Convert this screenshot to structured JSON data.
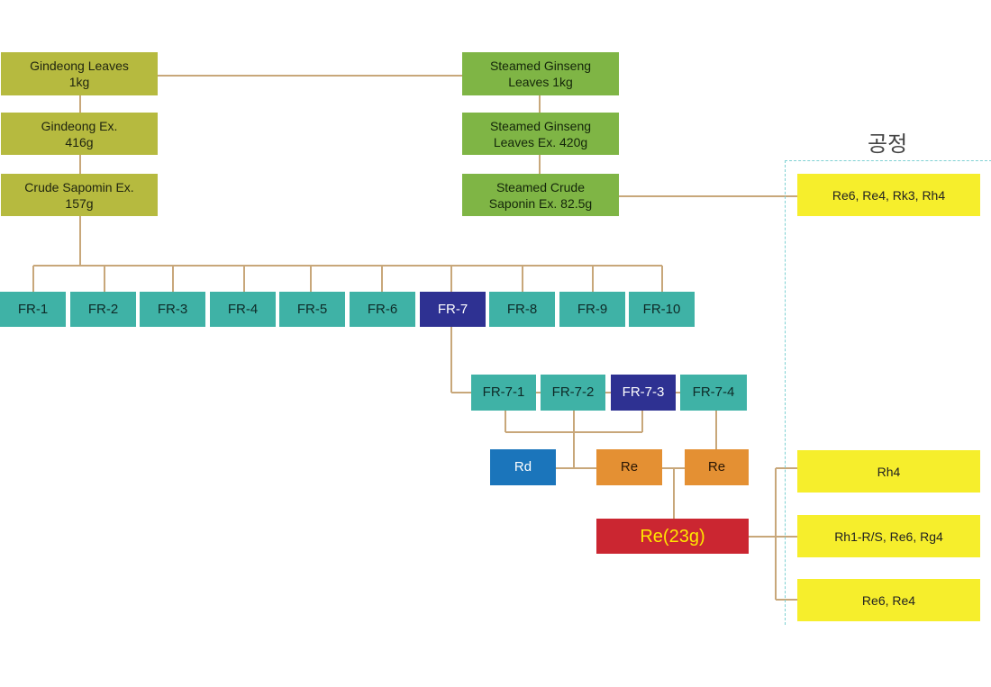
{
  "title": "공정",
  "colors": {
    "connector": "#c8a77a",
    "olive": "#b6ba3f",
    "green": "#7fb545",
    "teal": "#3fb2a6",
    "navy": "#2e3192",
    "blue": "#1b75bb",
    "orange": "#e49033",
    "red": "#cb2631",
    "yellow": "#f6ee2c",
    "dashed_border": "#7ed1d3"
  },
  "left_column": {
    "leaves": "Gindeong Leaves\n1kg",
    "extract": "Gindeong Ex.\n416g",
    "crude": "Crude Sapomin Ex.\n157g"
  },
  "right_column": {
    "leaves": "Steamed Ginseng\nLeaves 1kg",
    "extract": "Steamed Ginseng\nLeaves Ex. 420g",
    "crude": "Steamed Crude\nSaponin Ex. 82.5g"
  },
  "fractions": [
    "FR-1",
    "FR-2",
    "FR-3",
    "FR-4",
    "FR-5",
    "FR-6",
    "FR-7",
    "FR-8",
    "FR-9",
    "FR-10"
  ],
  "subfractions": [
    "FR-7-1",
    "FR-7-2",
    "FR-7-3",
    "FR-7-4"
  ],
  "compounds": {
    "rd": "Rd",
    "re_a": "Re",
    "re_b": "Re",
    "re_total": "Re(23g)"
  },
  "results": {
    "top": "Re6, Re4, Rk3, Rh4",
    "r1": "Rh4",
    "r2": "Rh1-R/S, Re6, Rg4",
    "r3": "Re6, Re4"
  }
}
